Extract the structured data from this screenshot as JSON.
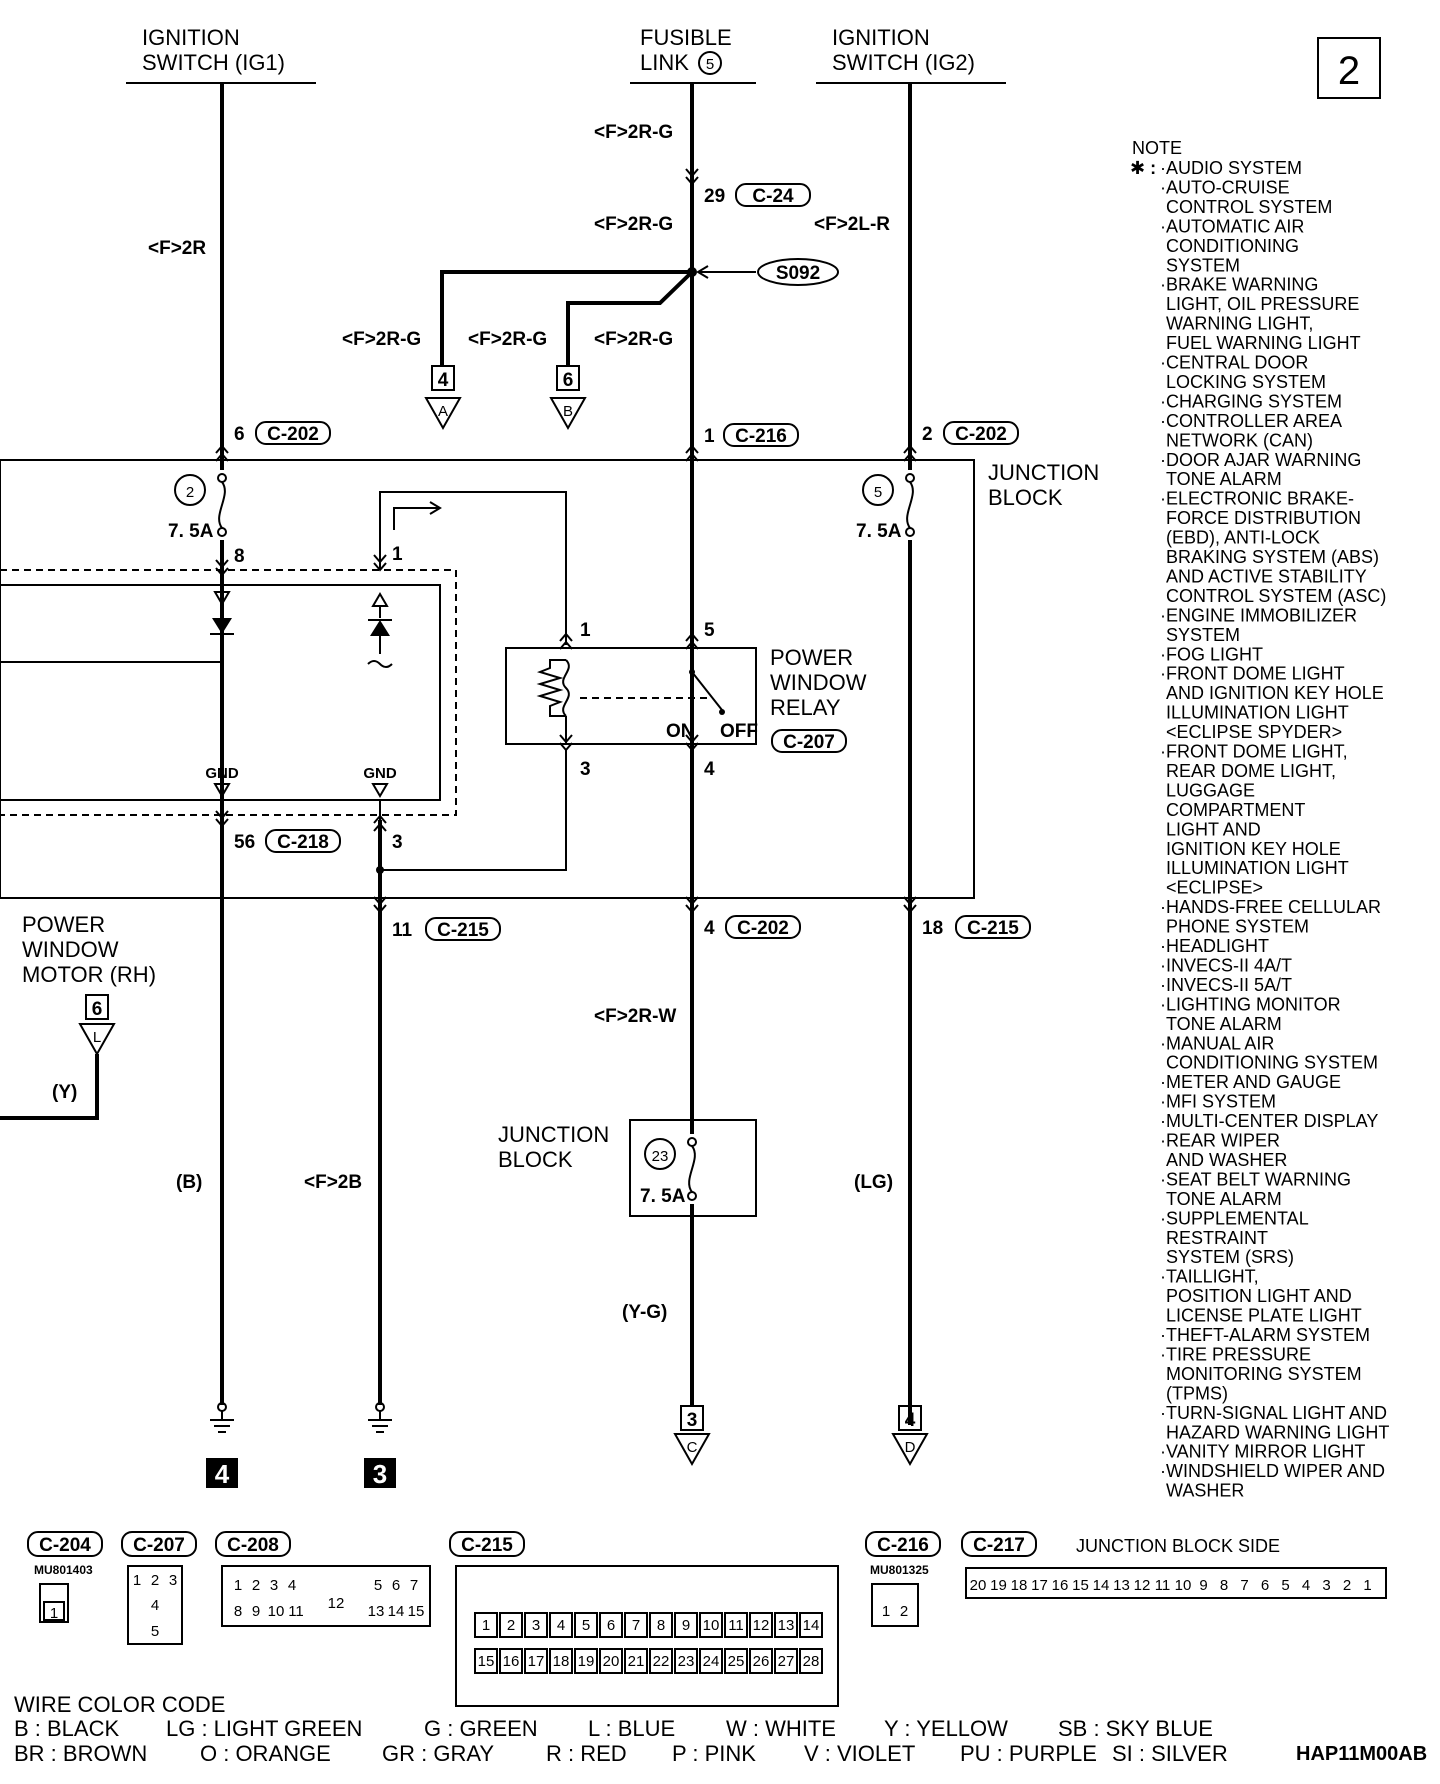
{
  "page_number": "2",
  "sources": {
    "ig1": [
      "IGNITION",
      "SWITCH (IG1)"
    ],
    "fusible": [
      "FUSIBLE",
      "LINK"
    ],
    "fusible_num": "5",
    "ig2": [
      "IGNITION",
      "SWITCH (IG2)"
    ]
  },
  "wires": {
    "f2r": "<F>2R",
    "f2rg": "<F>2R-G",
    "f2lr": "<F>2L-R",
    "f2rw": "<F>2R-W",
    "f2b": "<F>2B",
    "b": "(B)",
    "lg": "(LG)",
    "yg": "(Y-G)",
    "y": "(Y)"
  },
  "connectors": {
    "c24": "C-24",
    "c202": "C-202",
    "c216": "C-216",
    "c207": "C-207",
    "c218": "C-218",
    "c215": "C-215",
    "s092": "S092"
  },
  "pins": {
    "p29": "29",
    "p6": "6",
    "p1": "1",
    "p2": "2",
    "p8": "8",
    "p5": "5",
    "p3": "3",
    "p4": "4",
    "p56": "56",
    "p11": "11",
    "p18": "18"
  },
  "fuses": {
    "f2": "2",
    "f5": "5",
    "f23": "23",
    "rating": "7. 5A"
  },
  "terms": {
    "a_num": "4",
    "a_let": "A",
    "b_num": "6",
    "b_let": "B",
    "c_num": "3",
    "c_let": "C",
    "d_num": "4",
    "d_let": "D",
    "l_num": "6",
    "l_let": "L"
  },
  "grounds": {
    "g4": "4",
    "g3": "3"
  },
  "labels": {
    "junction_block": [
      "JUNCTION",
      "BLOCK"
    ],
    "relay": [
      "POWER",
      "WINDOW",
      "RELAY"
    ],
    "motor": [
      "POWER",
      "WINDOW",
      "MOTOR (RH)"
    ],
    "gnd": "GND",
    "on": "ON",
    "off": "OFF"
  },
  "note": {
    "title": "NOTE",
    "mark": "✱ :",
    "lines": [
      "·AUDIO SYSTEM",
      "·AUTO-CRUISE",
      "CONTROL SYSTEM",
      "·AUTOMATIC AIR",
      "CONDITIONING",
      "SYSTEM",
      "·BRAKE WARNING",
      "LIGHT, OIL PRESSURE",
      "WARNING LIGHT,",
      "FUEL WARNING LIGHT",
      "·CENTRAL DOOR",
      "LOCKING SYSTEM",
      "·CHARGING SYSTEM",
      "·CONTROLLER AREA",
      "NETWORK (CAN)",
      "·DOOR AJAR WARNING",
      "TONE ALARM",
      "·ELECTRONIC BRAKE-",
      "FORCE DISTRIBUTION",
      "(EBD), ANTI-LOCK",
      "BRAKING SYSTEM (ABS)",
      "AND ACTIVE STABILITY",
      "CONTROL SYSTEM (ASC)",
      "·ENGINE IMMOBILIZER",
      "SYSTEM",
      "·FOG LIGHT",
      "·FRONT DOME LIGHT",
      "AND IGNITION KEY HOLE",
      "ILLUMINATION LIGHT",
      "<ECLIPSE SPYDER>",
      "·FRONT DOME LIGHT,",
      "REAR DOME LIGHT,",
      "LUGGAGE",
      "COMPARTMENT",
      "LIGHT AND",
      "IGNITION KEY HOLE",
      "ILLUMINATION LIGHT",
      "<ECLIPSE>",
      "·HANDS-FREE CELLULAR",
      "PHONE SYSTEM",
      "·HEADLIGHT",
      "·INVECS-II 4A/T",
      "·INVECS-II 5A/T",
      "·LIGHTING MONITOR",
      "TONE ALARM",
      "·MANUAL AIR",
      "CONDITIONING SYSTEM",
      "·METER AND GAUGE",
      "·MFI SYSTEM",
      "·MULTI-CENTER DISPLAY",
      "·REAR WIPER",
      "AND WASHER",
      "·SEAT BELT WARNING",
      "TONE ALARM",
      "·SUPPLEMENTAL",
      "RESTRAINT",
      "SYSTEM (SRS)",
      "·TAILLIGHT,",
      "POSITION LIGHT AND",
      "LICENSE PLATE LIGHT",
      "·THEFT-ALARM SYSTEM",
      "·TIRE PRESSURE",
      "MONITORING SYSTEM",
      "(TPMS)",
      "·TURN-SIGNAL LIGHT AND",
      "HAZARD WARNING LIGHT",
      "·VANITY MIRROR LIGHT",
      "·WINDSHIELD WIPER AND",
      "WASHER"
    ]
  },
  "connector_views": {
    "c204": "C-204",
    "c207": "C-207",
    "c208": "C-208",
    "c215": "C-215",
    "c216": "C-216",
    "c217": "C-217",
    "mu1": "MU801403",
    "mu2": "MU801325",
    "jb_side": "JUNCTION BLOCK SIDE"
  },
  "wire_color_code": {
    "title": "WIRE COLOR CODE",
    "row1": [
      "B : BLACK",
      "LG : LIGHT GREEN",
      "G : GREEN",
      "L : BLUE",
      "W : WHITE",
      "Y : YELLOW",
      "SB : SKY BLUE"
    ],
    "row2": [
      "BR : BROWN",
      "O : ORANGE",
      "GR : GRAY",
      "R : RED",
      "P : PINK",
      "V : VIOLET",
      "PU : PURPLE",
      "SI : SILVER"
    ]
  },
  "figure_code": "HAP11M00AB"
}
